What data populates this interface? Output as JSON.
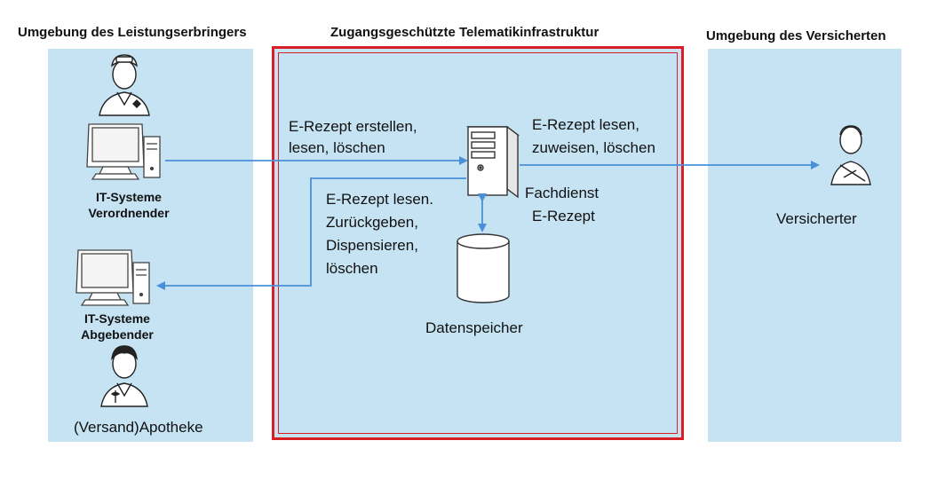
{
  "headers": {
    "left": "Umgebung des Leistungserbringers",
    "center": "Zugangsgeschützte Telematikinfrastruktur",
    "right": "Umgebung des Versicherten"
  },
  "left": {
    "prescriber_label_1": "IT-Systeme",
    "prescriber_label_2": "Verordnender",
    "dispenser_label_1": "IT-Systeme",
    "dispenser_label_2": "Abgebender",
    "pharmacy_label": "(Versand)Apotheke"
  },
  "center": {
    "create_text_1": "E-Rezept erstellen,",
    "create_text_2": "lesen, löschen",
    "dispense_text_1": "E-Rezept lesen.",
    "dispense_text_2": "Zurückgeben,",
    "dispense_text_3": "Dispensieren,",
    "dispense_text_4": "löschen",
    "service_label_1": "Fachdienst",
    "service_label_2": "E-Rezept",
    "storage_label": "Datenspeicher",
    "insured_action_1": "E-Rezept lesen,",
    "insured_action_2": "zuweisen, löschen"
  },
  "right": {
    "insured_label": "Versicherter"
  },
  "colors": {
    "zone_fill": "#c5e3f3",
    "ti_border": "#d81f26",
    "arrow": "#4a90d9"
  }
}
